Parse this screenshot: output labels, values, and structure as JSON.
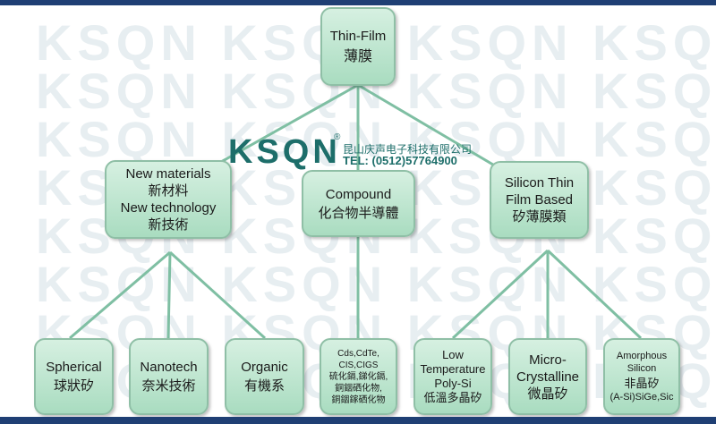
{
  "watermark": "KSQN KSQN KSQN KSQN",
  "root": {
    "en": "Thin-Film",
    "cn": "薄膜"
  },
  "logo": {
    "brand": "KSQN",
    "reg": "®",
    "company": "昆山庆声电子科技有限公司",
    "tel": "TEL: (0512)57764900"
  },
  "branches": {
    "new_materials": {
      "line1": "New materials",
      "line2": "新材料",
      "line3": "New technology",
      "line4": "新技術"
    },
    "compound": {
      "en": "Compound",
      "cn": "化合物半導體"
    },
    "silicon": {
      "line1": "Silicon Thin",
      "line2": "Film Based",
      "line3": "矽薄膜類"
    }
  },
  "leaves": {
    "spherical": {
      "en": "Spherical",
      "cn": "球狀矽"
    },
    "nanotech": {
      "en": "Nanotech",
      "cn": "奈米技術"
    },
    "organic": {
      "en": "Organic",
      "cn": "有機系"
    },
    "compound_detail": {
      "l1": "Cds,CdTe,",
      "l2": "CIS,CIGS",
      "l3": "硫化鎘,銻化鎘,",
      "l4": "銅銦硒化物,",
      "l5": "銅銦鎵硒化物"
    },
    "low_temp": {
      "l1": "Low",
      "l2": "Temperature",
      "l3": "Poly-Si",
      "l4": "低溫多晶矽"
    },
    "micro": {
      "l1": "Micro-",
      "l2": "Crystalline",
      "l3": "微晶矽"
    },
    "amorphous": {
      "l1": "Amorphous",
      "l2": "Silicon",
      "l3": "非晶矽",
      "l4": "(A-Si)SiGe,Sic"
    }
  }
}
